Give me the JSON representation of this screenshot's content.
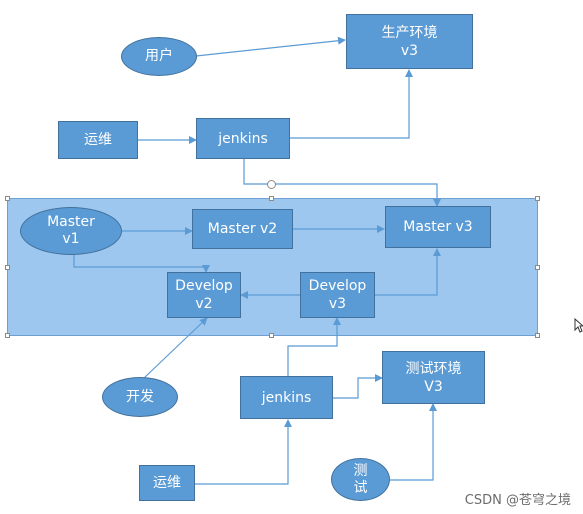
{
  "nodes": {
    "user": "用户",
    "prod_env": "生产环境\nv3",
    "ops_top": "运维",
    "jenkins_top": "jenkins",
    "master_v1": "Master\nv1",
    "master_v2": "Master v2",
    "master_v3": "Master v3",
    "develop_v2": "Develop\nv2",
    "develop_v3": "Develop\nv3",
    "dev": "开发",
    "jenkins_bottom": "jenkins",
    "test_env": "测试环境\nV3",
    "ops_bottom": "运维",
    "tester": "测\n试"
  },
  "watermark": "CSDN @苍穹之境",
  "colors": {
    "node_fill": "#5b9bd5",
    "node_border": "#41719c",
    "group_fill": "#9ec7ef",
    "arrow": "#5b9bd5"
  }
}
